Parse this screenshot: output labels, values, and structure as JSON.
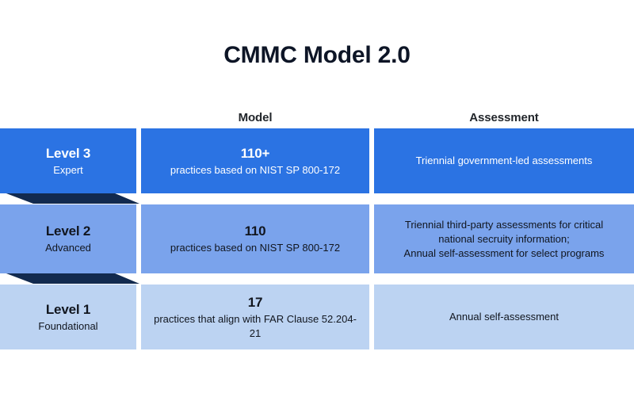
{
  "title": "CMMC Model 2.0",
  "columns": {
    "level_header": "",
    "model_header": "Model",
    "assessment_header": "Assessment"
  },
  "colors": {
    "level3_blue": "#2b73e3",
    "level2_blue": "#7aa3ec",
    "level1_blue": "#bcd3f2",
    "navy_accent": "#122a4f",
    "title_text": "#0d1526",
    "dark_text": "#11161f",
    "light_text": "#ffffff",
    "background": "#ffffff"
  },
  "rows": [
    {
      "level_name": "Level 3",
      "level_desc": "Expert",
      "practice_count": "110+",
      "practice_desc": "practices based on NIST SP 800-172",
      "assessment_lines": [
        "Triennial government-led assessments"
      ]
    },
    {
      "level_name": "Level 2",
      "level_desc": "Advanced",
      "practice_count": "110",
      "practice_desc": "practices based on NIST SP 800-172",
      "assessment_lines": [
        "Triennial third-party assessments for critical",
        "national secruity information;",
        "Annual self-assessment for select programs"
      ]
    },
    {
      "level_name": "Level 1",
      "level_desc": "Foundational",
      "practice_count": "17",
      "practice_desc": "practices that align with FAR Clause 52.204-21",
      "assessment_lines": [
        "Annual self-assessment"
      ]
    }
  ]
}
